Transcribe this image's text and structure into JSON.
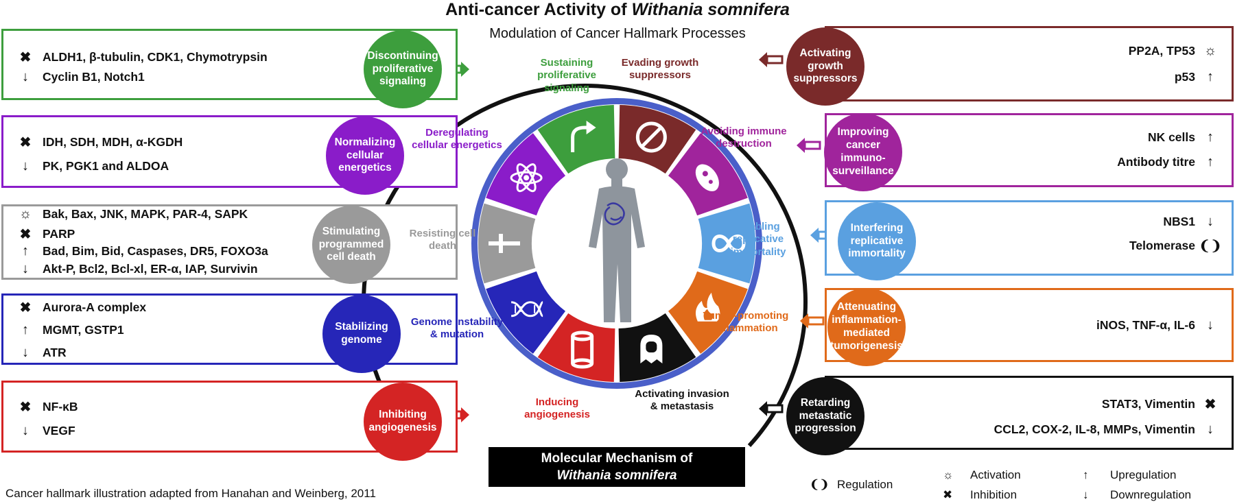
{
  "title_plain": "Anti-cancer Activity of ",
  "title_italic": "Withania somnifera",
  "subtitle": "Modulation of Cancer Hallmark Processes",
  "colors": {
    "green": "#3d9e3d",
    "maroon": "#7a2a2a",
    "purple": "#8a1cc9",
    "magenta": "#a0249c",
    "gray": "#9a9a9a",
    "sky": "#5aa0e0",
    "navy": "#2626b8",
    "orange": "#e06a1a",
    "red": "#d42424",
    "black": "#111111"
  },
  "left_boxes": [
    {
      "circle": "Discontinuing proliferative signaling",
      "rows": [
        {
          "sym": "✖",
          "text": "ALDH1, β-tubulin, CDK1, Chymotrypsin"
        },
        {
          "sym": "↓",
          "text": "Cyclin B1, Notch1"
        }
      ]
    },
    {
      "circle": "Normalizing cellular energetics",
      "rows": [
        {
          "sym": "✖",
          "text": "IDH, SDH, MDH, α-KGDH"
        },
        {
          "sym": "↓",
          "text": "PK, PGK1 and ALDOA"
        }
      ]
    },
    {
      "circle": "Stimulating programmed cell death",
      "rows": [
        {
          "sym": "☼",
          "text": "Bak, Bax, JNK, MAPK, PAR-4, SAPK"
        },
        {
          "sym": "✖",
          "text": "PARP"
        },
        {
          "sym": "↑",
          "text": "Bad, Bim, Bid, Caspases, DR5, FOXO3a"
        },
        {
          "sym": "↓",
          "text": "Akt-P, Bcl2, Bcl-xl, ER-α, IAP, Survivin"
        }
      ]
    },
    {
      "circle": "Stabilizing genome",
      "rows": [
        {
          "sym": "✖",
          "text": "Aurora-A complex"
        },
        {
          "sym": "↑",
          "text": "MGMT, GSTP1"
        },
        {
          "sym": "↓",
          "text": "ATR"
        }
      ]
    },
    {
      "circle": "Inhibiting angiogenesis",
      "rows": [
        {
          "sym": "✖",
          "text": "NF-κB"
        },
        {
          "sym": "↓",
          "text": "VEGF"
        }
      ]
    }
  ],
  "right_boxes": [
    {
      "circle": "Activating growth suppressors",
      "rows": [
        {
          "sym": "☼",
          "text": "PP2A, TP53"
        },
        {
          "sym": "↑",
          "text": "p53"
        }
      ]
    },
    {
      "circle": "Improving cancer immuno-surveillance",
      "rows": [
        {
          "sym": "↑",
          "text": "NK cells"
        },
        {
          "sym": "↑",
          "text": "Antibody titre"
        }
      ]
    },
    {
      "circle": "Interfering replicative immortality",
      "rows": [
        {
          "sym": "↓",
          "text": "NBS1"
        },
        {
          "sym": "❨❩",
          "text": "Telomerase"
        }
      ]
    },
    {
      "circle": "Attenuating inflammation-mediated tumorigenesis",
      "rows": [
        {
          "sym": "↓",
          "text": "iNOS, TNF-α, IL-6"
        }
      ]
    },
    {
      "circle": "Retarding metastatic progression",
      "rows": [
        {
          "sym": "✖",
          "text": "STAT3, Vimentin"
        },
        {
          "sym": "↓",
          "text": "CCL2, COX-2, IL-8, MMPs, Vimentin"
        }
      ]
    }
  ],
  "hallmarks": [
    {
      "label": "Sustaining proliferative signaling",
      "icon": "arrow-icon"
    },
    {
      "label": "Evading growth suppressors",
      "icon": "prohibition-icon"
    },
    {
      "label": "Avoiding immune destruction",
      "icon": "cell-icon"
    },
    {
      "label": "Enabling replicative immortality",
      "icon": "infinity-icon"
    },
    {
      "label": "Tumor-promoting inflammation",
      "icon": "fire-icon"
    },
    {
      "label": "Activating invasion & metastasis",
      "icon": "invasion-icon"
    },
    {
      "label": "Inducing angiogenesis",
      "icon": "vessel-icon"
    },
    {
      "label": "Genome instability & mutation",
      "icon": "dna-icon"
    },
    {
      "label": "Resisting cell death",
      "icon": "dagger-icon"
    },
    {
      "label": "Deregulating cellular energetics",
      "icon": "atom-icon"
    }
  ],
  "mechanism_line1": "Molecular Mechanism of",
  "mechanism_line2": "Withania somnifera",
  "caption": "Cancer hallmark illustration adapted from Hanahan and Weinberg, 2011",
  "legend": {
    "regulation": "Regulation",
    "activation": "Activation",
    "inhibition": "Inhibition",
    "upregulation": "Upregulation",
    "downregulation": "Downregulation"
  }
}
